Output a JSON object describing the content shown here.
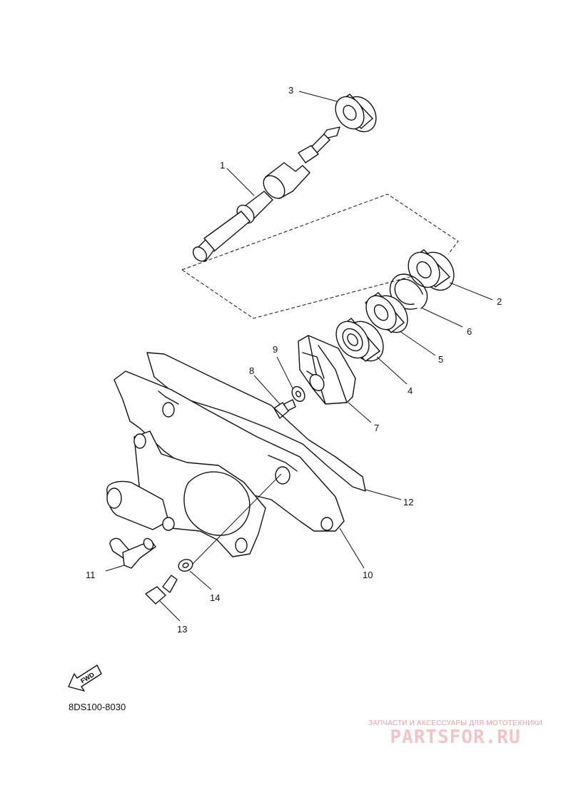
{
  "diagram": {
    "callouts": [
      {
        "id": "1",
        "label": "1"
      },
      {
        "id": "2",
        "label": "2"
      },
      {
        "id": "3",
        "label": "3"
      },
      {
        "id": "4",
        "label": "4"
      },
      {
        "id": "5",
        "label": "5"
      },
      {
        "id": "6",
        "label": "6"
      },
      {
        "id": "7",
        "label": "7"
      },
      {
        "id": "8",
        "label": "8"
      },
      {
        "id": "9",
        "label": "9"
      },
      {
        "id": "10",
        "label": "10"
      },
      {
        "id": "11",
        "label": "11"
      },
      {
        "id": "12",
        "label": "12"
      },
      {
        "id": "13",
        "label": "13"
      },
      {
        "id": "14",
        "label": "14"
      }
    ],
    "fwd_label": "FWD",
    "code": "8DS100-8030"
  },
  "watermark": {
    "tagline": "ЗАПЧАСТИ И АКСЕССУАРЫ ДЛЯ МОТОТЕХНИКИ",
    "logo_text": "PARTSFOR.RU"
  }
}
